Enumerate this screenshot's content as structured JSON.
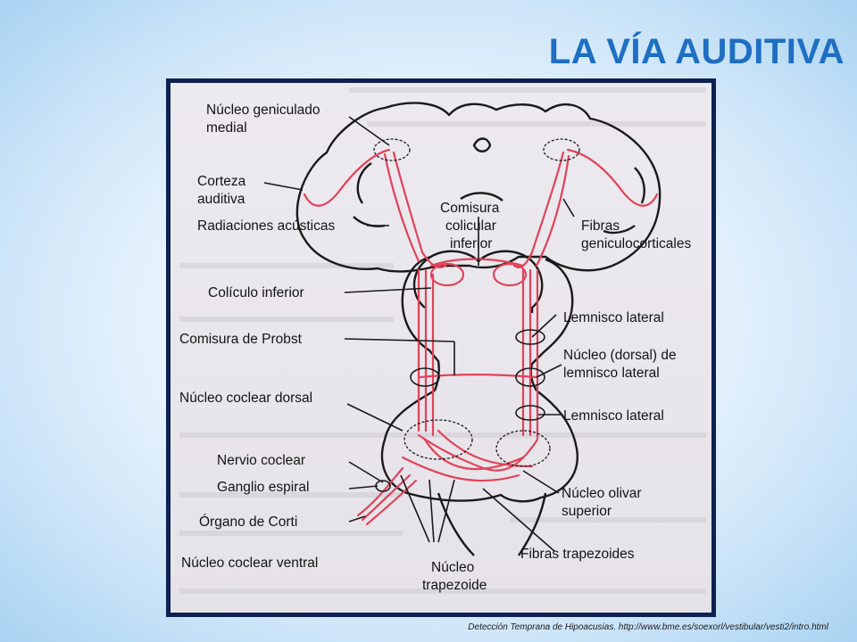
{
  "slide": {
    "title": "LA VÍA AUDITIVA",
    "caption": "Detección Temprana de Hipoacusias. http://www.bme.es/soexorl/vestibular/vesti2/intro.html"
  },
  "diagram": {
    "labels": {
      "nucleo_geniculado_1": "Núcleo geniculado",
      "nucleo_geniculado_2": "medial",
      "corteza_1": "Corteza",
      "corteza_2": "auditiva",
      "radiaciones": "Radiaciones acústicas",
      "comisura_colicular_1": "Comisura",
      "comisura_colicular_2": "colicular",
      "comisura_colicular_3": "inferior",
      "fibras_genic_1": "Fibras",
      "fibras_genic_2": "geniculocorticales",
      "coliculo_inferior": "Colículo inferior",
      "lemnisco_lateral_top": "Lemnisco lateral",
      "comisura_probst": "Comisura de Probst",
      "nucleo_dorsal_1": "Núcleo (dorsal) de",
      "nucleo_dorsal_2": "lemnisco lateral",
      "nucleo_coclear_dorsal": "Núcleo coclear dorsal",
      "lemnisco_lateral_bottom": "Lemnisco lateral",
      "nervio_coclear": "Nervio coclear",
      "ganglio_espiral": "Ganglio espiral",
      "nucleo_olivar_1": "Núcleo olivar",
      "nucleo_olivar_2": "superior",
      "organo_corti": "Órgano de Corti",
      "fibras_trapezoides": "Fibras trapezoides",
      "nucleo_coclear_ventral": "Núcleo coclear ventral",
      "nucleo_trapezoide_1": "Núcleo",
      "nucleo_trapezoide_2": "trapezoide"
    },
    "colors": {
      "pathway": "#e0435a",
      "outline": "#1a1a1a",
      "frame": "#0d2251",
      "title": "#1e6fc2"
    }
  }
}
